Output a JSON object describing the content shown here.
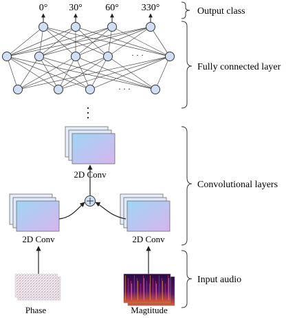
{
  "output_classes": [
    "0°",
    "30°",
    "60°",
    "330°"
  ],
  "brackets": {
    "output": "Output class",
    "fc": "Fully connected layer",
    "conv": "Convolutional layers",
    "input": "Input audio"
  },
  "conv_labels": {
    "left": "2D Conv",
    "right": "2D Conv",
    "top": "2D Conv"
  },
  "inputs": {
    "phase": "Phase",
    "magnitude": "Magtitude"
  },
  "ellipsis": "· · ·",
  "colors": {
    "node_fill": "#cfe0f6",
    "stroke": "#4a4a4a",
    "conv_front_top": "#9fd6f4",
    "conv_front_bottom": "#d7b4ee",
    "conv_back": "#e6ecf8"
  }
}
